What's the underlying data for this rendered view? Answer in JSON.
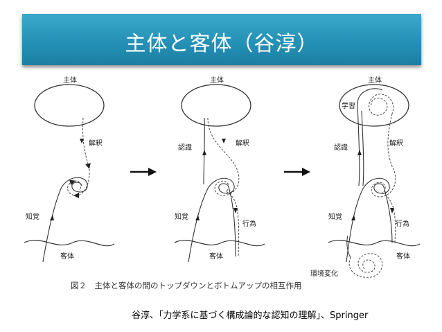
{
  "slide": {
    "title": "主体と客体（谷淳）",
    "citation": "谷淳、「力学系に基づく構成論的な認知の理解」、Springer"
  },
  "figure": {
    "caption": "図２　主体と客体の間のトップダウンとボトムアップの相互作用",
    "panel1": {
      "subject": "主体",
      "interpretation": "解釈",
      "perception": "知覚",
      "object": "客体"
    },
    "panel2": {
      "subject": "主体",
      "cognition": "認識",
      "interpretation": "解釈",
      "perception": "知覚",
      "action": "行為",
      "object": "客体"
    },
    "panel3": {
      "subject": "主体",
      "learning": "学習",
      "cognition": "認識",
      "interpretation": "解釈",
      "perception": "知覚",
      "action": "行為",
      "object": "客体",
      "env_change": "環境変化"
    }
  }
}
